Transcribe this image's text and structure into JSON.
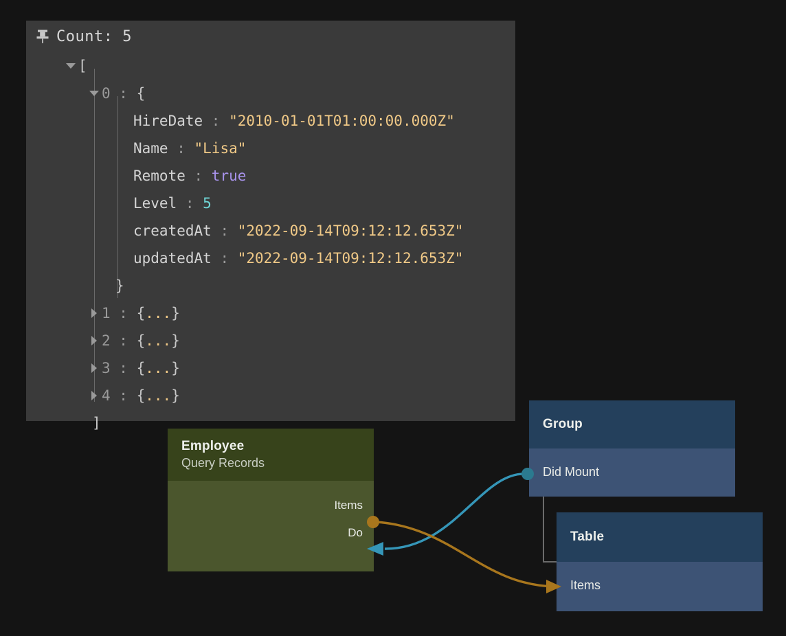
{
  "panel": {
    "name": "json-inspector",
    "pin_icon": "pin-icon",
    "count_label": "Count: 5",
    "background": "#3a3a3a",
    "open_bracket": "[",
    "close_bracket": "]",
    "rows": [
      {
        "index": "0",
        "sep": " : ",
        "open": "{",
        "expanded": true
      },
      {
        "key": "HireDate",
        "sep": " : ",
        "value": "\"2010-01-01T01:00:00.000Z\"",
        "type": "string"
      },
      {
        "key": "Name",
        "sep": " : ",
        "value": "\"Lisa\"",
        "type": "string"
      },
      {
        "key": "Remote",
        "sep": " : ",
        "value": "true",
        "type": "boolean"
      },
      {
        "key": "Level",
        "sep": " : ",
        "value": "5",
        "type": "number"
      },
      {
        "key": "createdAt",
        "sep": " : ",
        "value": "\"2022-09-14T09:12:12.653Z\"",
        "type": "string"
      },
      {
        "key": "updatedAt",
        "sep": " : ",
        "value": "\"2022-09-14T09:12:12.653Z\"",
        "type": "string"
      },
      {
        "close": "}"
      }
    ],
    "collapsed_rows": [
      {
        "index": "1",
        "sep": " : ",
        "open": "{",
        "dots": "...",
        "close": "}"
      },
      {
        "index": "2",
        "sep": " : ",
        "open": "{",
        "dots": "...",
        "close": "}"
      },
      {
        "index": "3",
        "sep": " : ",
        "open": "{",
        "dots": "...",
        "close": "}"
      },
      {
        "index": "4",
        "sep": " : ",
        "open": "{",
        "dots": "...",
        "close": "}"
      }
    ],
    "colors": {
      "string": "#f0c987",
      "boolean": "#a893ec",
      "number": "#6fd6d6",
      "key": "#d4d4d4",
      "punct": "#9a9a9a"
    }
  },
  "graph": {
    "nodes": {
      "employee": {
        "title": "Employee",
        "subtitle": "Query Records",
        "header_color": "#37431b",
        "body_color": "#4b562d",
        "ports": [
          {
            "label": "Items",
            "side": "right",
            "kind": "output",
            "connector": "circle",
            "color": "#a8761d"
          },
          {
            "label": "Do",
            "side": "right",
            "kind": "input",
            "connector": "arrow",
            "color": "#3596b8"
          }
        ]
      },
      "group": {
        "title": "Group",
        "header_color": "#24405c",
        "body_color": "#3d5375",
        "ports": [
          {
            "label": "Did Mount",
            "side": "left",
            "kind": "output",
            "connector": "circle",
            "color": "#2b7a8f"
          }
        ]
      },
      "table": {
        "title": "Table",
        "header_color": "#24405c",
        "body_color": "#3d5375",
        "ports": [
          {
            "label": "Items",
            "side": "left",
            "kind": "input",
            "connector": "arrow",
            "color": "#a8761d"
          }
        ]
      }
    },
    "edges": [
      {
        "name": "did-mount-to-do",
        "from": "group.Did Mount",
        "to": "employee.Do",
        "color": "#3596b8"
      },
      {
        "name": "items-to-items",
        "from": "employee.Items",
        "to": "table.Items",
        "color": "#a8761d"
      }
    ],
    "connector_line_color": "#6b6b6b",
    "canvas_background": "#141414"
  }
}
